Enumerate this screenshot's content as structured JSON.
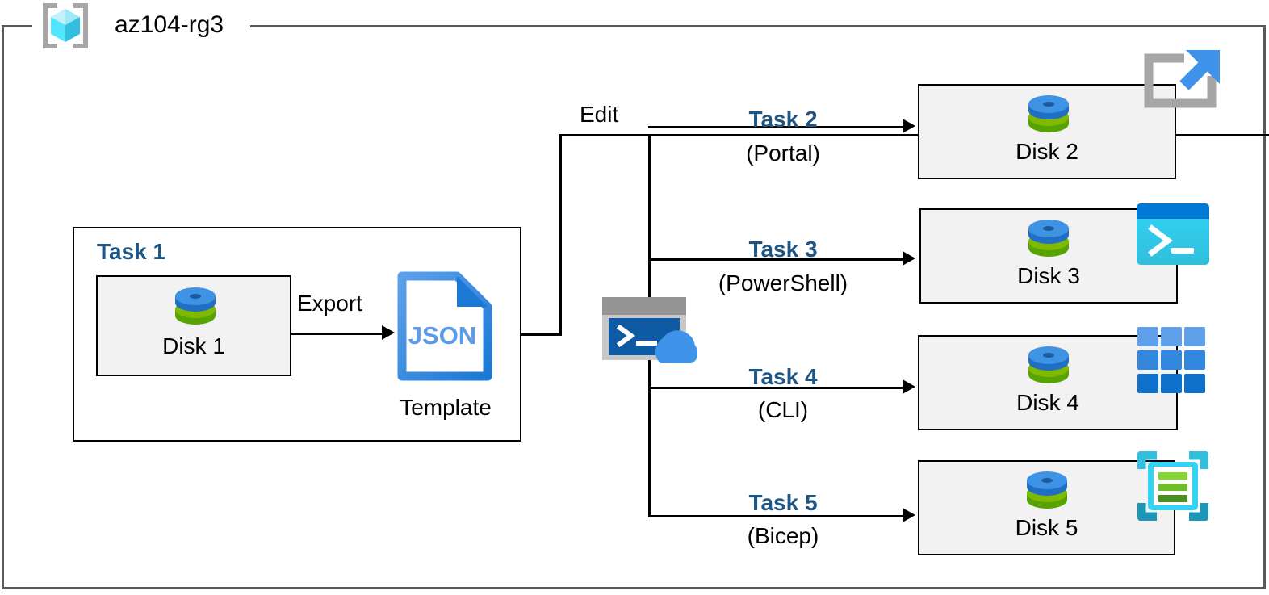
{
  "diagram": {
    "resource_group": {
      "name": "az104-rg3",
      "icon": "resource-group-cube-icon",
      "frame_color": "#595959"
    },
    "accent_color": "#1f5582",
    "box_fill": "#f2f2f2",
    "line_color": "#000000"
  },
  "task1": {
    "label": "Task 1",
    "disk": {
      "caption": "Disk 1",
      "icon": "managed-disk-icon"
    },
    "export": {
      "label": "Export"
    },
    "template": {
      "label": "Template",
      "icon": "json-file-icon",
      "file_type": "JSON"
    }
  },
  "edit": {
    "label": "Edit",
    "tool": {
      "icon": "cloud-shell-icon"
    }
  },
  "branches": [
    {
      "title": "Task 2",
      "subtitle": "(Portal)",
      "target": {
        "caption": "Disk 2",
        "icon": "managed-disk-icon"
      },
      "tool_icon": "azure-portal-icon"
    },
    {
      "title": "Task 3",
      "subtitle": "(PowerShell)",
      "target": {
        "caption": "Disk 3",
        "icon": "managed-disk-icon"
      },
      "tool_icon": "powershell-icon"
    },
    {
      "title": "Task 4",
      "subtitle": "(CLI)",
      "target": {
        "caption": "Disk 4",
        "icon": "azure-cli-icon"
      },
      "tool_icon": "azure-cli-icon"
    },
    {
      "title": "Task 5",
      "subtitle": "(Bicep)",
      "target": {
        "caption": "Disk 5",
        "icon": "managed-disk-icon"
      },
      "tool_icon": "bicep-icon"
    }
  ]
}
